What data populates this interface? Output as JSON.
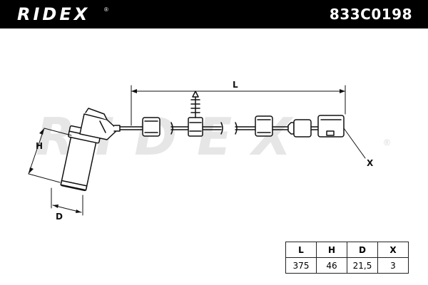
{
  "header": {
    "brand": "RIDEX",
    "brand_mark": "®",
    "part_number": "833C0198"
  },
  "watermark": {
    "text": "RIDEX",
    "mark": "®"
  },
  "dimensions": {
    "length_label": "L",
    "height_label": "H",
    "diameter_label": "D",
    "connector_label": "X"
  },
  "spec_table": {
    "headers": [
      "L",
      "H",
      "D",
      "X"
    ],
    "values": [
      "375",
      "46",
      "21,5",
      "3"
    ]
  },
  "colors": {
    "header_bg": "#000000",
    "header_text": "#ffffff",
    "line": "#111111",
    "watermark": "#e6e6e6"
  }
}
